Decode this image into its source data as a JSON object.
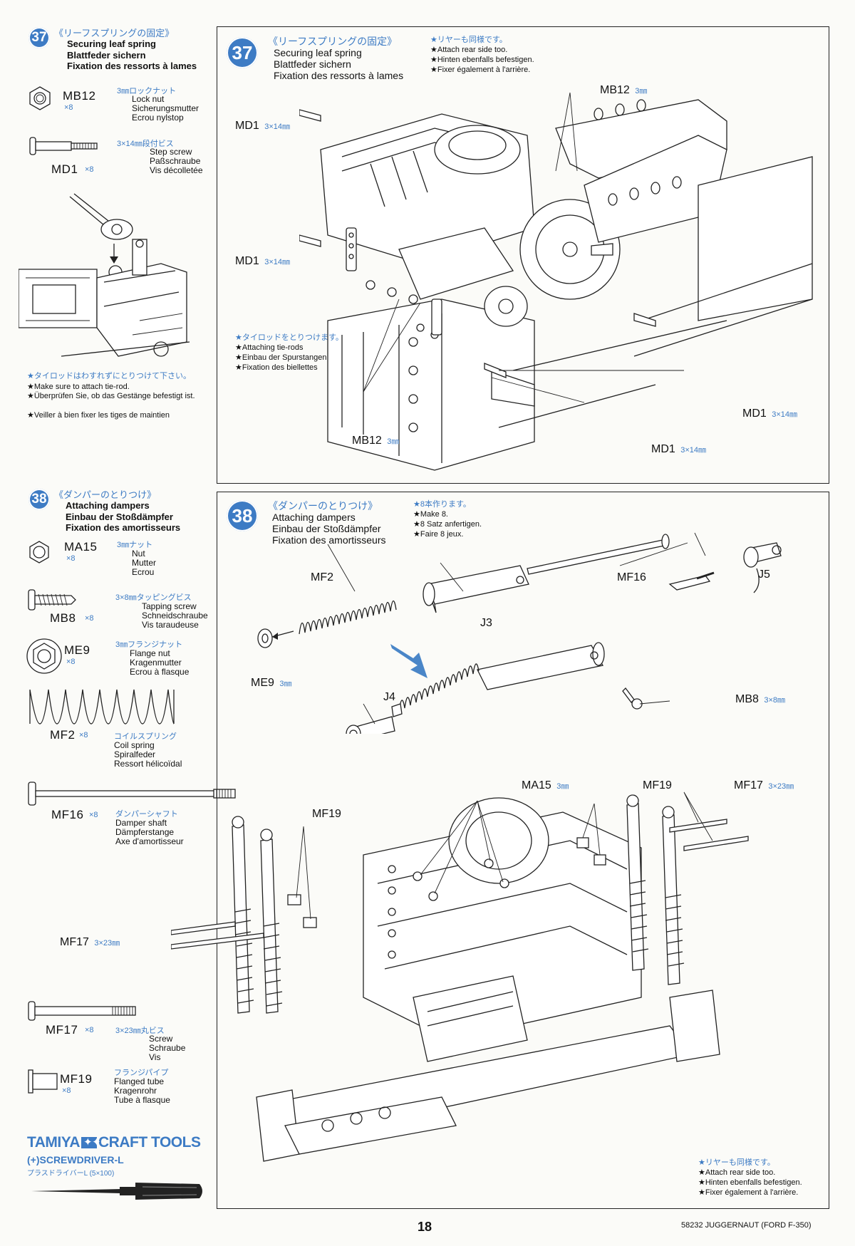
{
  "step37": {
    "number": "37",
    "jp_title": "《リーフスプリングの固定》",
    "title_en": "Securing leaf spring",
    "title_de": "Blattfeder sichern",
    "title_fr": "Fixation des ressorts à lames",
    "note_jp": "★リヤーも同様です。",
    "note_en": "★Attach rear side too.",
    "note_de": "★Hinten ebenfalls befestigen.",
    "note_fr": "★Fixer également à l'arrière.",
    "tie_note_jp": "★タイロッドをとりつけます。",
    "tie_note_en": "★Attaching tie-rods",
    "tie_note_de": "★Einbau der Spurstangen",
    "tie_note_fr": "★Fixation des biellettes",
    "callouts": {
      "mb12": "MB12",
      "mb12_size": "3㎜",
      "md1": "MD1",
      "md1_size": "3×14㎜"
    }
  },
  "sidebar37": {
    "parts": [
      {
        "code": "MB12",
        "qty": "×8",
        "jp": "3㎜ロックナット",
        "en": "Lock nut",
        "de": "Sicherungsmutter",
        "fr": "Ecrou nylstop"
      },
      {
        "code": "MD1",
        "qty": "×8",
        "jp": "3×14㎜段付ビス",
        "en": "Step screw",
        "de": "Paßschraube",
        "fr": "Vis décolletée"
      }
    ],
    "note_jp": "★タイロッドはわすれずにとりつけて下さい。",
    "note_en": "★Make sure to attach tie-rod.",
    "note_de": "★Überprüfen Sie, ob das Gestänge befestigt ist.",
    "note_fr": "★Veiller à bien fixer les tiges de maintien"
  },
  "step38": {
    "number": "38",
    "jp_title": "《ダンパーのとりつけ》",
    "title_en": "Attaching dampers",
    "title_de": "Einbau der Stoßdämpfer",
    "title_fr": "Fixation des amortisseurs",
    "make_jp": "★8本作ります。",
    "make_en": "★Make 8.",
    "make_de": "★8 Satz anfertigen.",
    "make_fr": "★Faire 8 jeux.",
    "rear_jp": "★リヤーも同様です。",
    "rear_en": "★Attach rear side too.",
    "rear_de": "★Hinten ebenfalls befestigen.",
    "rear_fr": "★Fixer également à l'arrière.",
    "callouts": {
      "mf2": "MF2",
      "mf16": "MF16",
      "j5": "J5",
      "j3": "J3",
      "j4": "J4",
      "me9": "ME9",
      "me9_size": "3㎜",
      "mb8": "MB8",
      "mb8_size": "3×8㎜",
      "ma15": "MA15",
      "ma15_size": "3㎜",
      "mf19": "MF19",
      "mf17": "MF17",
      "mf17_size": "3×23㎜"
    }
  },
  "sidebar38": {
    "parts": [
      {
        "code": "MA15",
        "qty": "×8",
        "jp": "3㎜ナット",
        "en": "Nut",
        "de": "Mutter",
        "fr": "Ecrou"
      },
      {
        "code": "MB8",
        "qty": "×8",
        "jp": "3×8㎜タッピングビス",
        "en": "Tapping screw",
        "de": "Schneidschraube",
        "fr": "Vis taraudeuse"
      },
      {
        "code": "ME9",
        "qty": "×8",
        "jp": "3㎜フランジナット",
        "en": "Flange nut",
        "de": "Kragenmutter",
        "fr": "Ecrou à flasque"
      },
      {
        "code": "MF2",
        "qty": "×8",
        "jp": "コイルスプリング",
        "en": "Coil spring",
        "de": "Spiralfeder",
        "fr": "Ressort hélicoïdal"
      },
      {
        "code": "MF16",
        "qty": "×8",
        "jp": "ダンパーシャフト",
        "en": "Damper shaft",
        "de": "Dämpferstange",
        "fr": "Axe d'amortisseur"
      },
      {
        "code": "MF17",
        "qty": "×8",
        "jp": "3×23㎜丸ビス",
        "en": "Screw",
        "de": "Schraube",
        "fr": "Vis"
      },
      {
        "code": "MF19",
        "qty": "×8",
        "jp": "フランジパイプ",
        "en": "Flanged tube",
        "de": "Kragenrohr",
        "fr": "Tube à flasque"
      }
    ]
  },
  "tools": {
    "brand": "TAMIYA",
    "brand2": "CRAFT TOOLS",
    "screwdriver": "(+)SCREWDRIVER-L",
    "screwdriver_jp": "プラスドライバーL (5×100)"
  },
  "footer": {
    "page": "18",
    "model": "58232 JUGGERNAUT (FORD F-350)"
  }
}
